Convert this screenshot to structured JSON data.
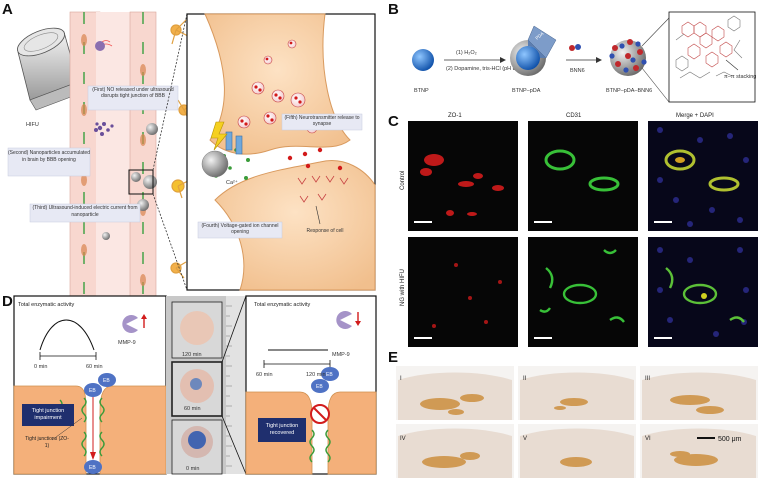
{
  "panels": {
    "a": {
      "letter": "A",
      "device_label": "HIFU",
      "step_first": "(First) NO released under ultrasound disrupts tight junction of BBB",
      "step_second": "(Second) Nanoparticles accumulated in brain by BBB opening",
      "step_third": "(Third) Ultrasound-induced electric current from nanoparticle",
      "step_fourth": "(Fourth) Voltage-gated ion channel opening",
      "step_fifth": "(Fifth) Neurotransmitter release to synapse",
      "ion_label": "Ca²⁺",
      "response_label": "Response of cell"
    },
    "b": {
      "letter": "B",
      "label_btnp": "BTNP",
      "step1": "(1) H₂O₂",
      "step2": "(2) Dopamine, tris-HCl (pH 8.5)",
      "label_btnp_pda": "BTNP–pDA",
      "shell_label": "PDA",
      "label_bnn6": "BNN6",
      "label_btnp_pda_bnn6": "BTNP–pDA–BNN6",
      "stacking_label": "π–π stacking"
    },
    "c": {
      "letter": "C",
      "col_headers": [
        "ZO-1",
        "CD31",
        "Merge + DAPI"
      ],
      "row_labels": [
        "Control",
        "NG with HIFU"
      ]
    },
    "d": {
      "letter": "D",
      "left_title": "Total enzymatic activity",
      "enzyme_label": "MMP-9",
      "left_times": [
        "0 min",
        "60 min"
      ],
      "eb": "EB",
      "impairment": "Tight junction impairment",
      "junction_label": "Tight junctions (ZO-1)",
      "photo_times": [
        "120 min",
        "60 min",
        "0 min"
      ],
      "right_title": "Total enzymatic activity",
      "right_times": [
        "60 min",
        "120 min"
      ],
      "recovered": "Tight junction recovered"
    },
    "e": {
      "letter": "E",
      "sections": [
        "I",
        "II",
        "III",
        "IV",
        "V",
        "VI"
      ],
      "scale_bar": "500 μm"
    }
  },
  "colors": {
    "cell": "#f4c9a0",
    "cell_dark": "#e0a070",
    "green": "#3aa040",
    "red": "#d62020",
    "blue_eb": "#4f72c4",
    "navy": "#1f2f6e",
    "purple": "#a593c8"
  }
}
